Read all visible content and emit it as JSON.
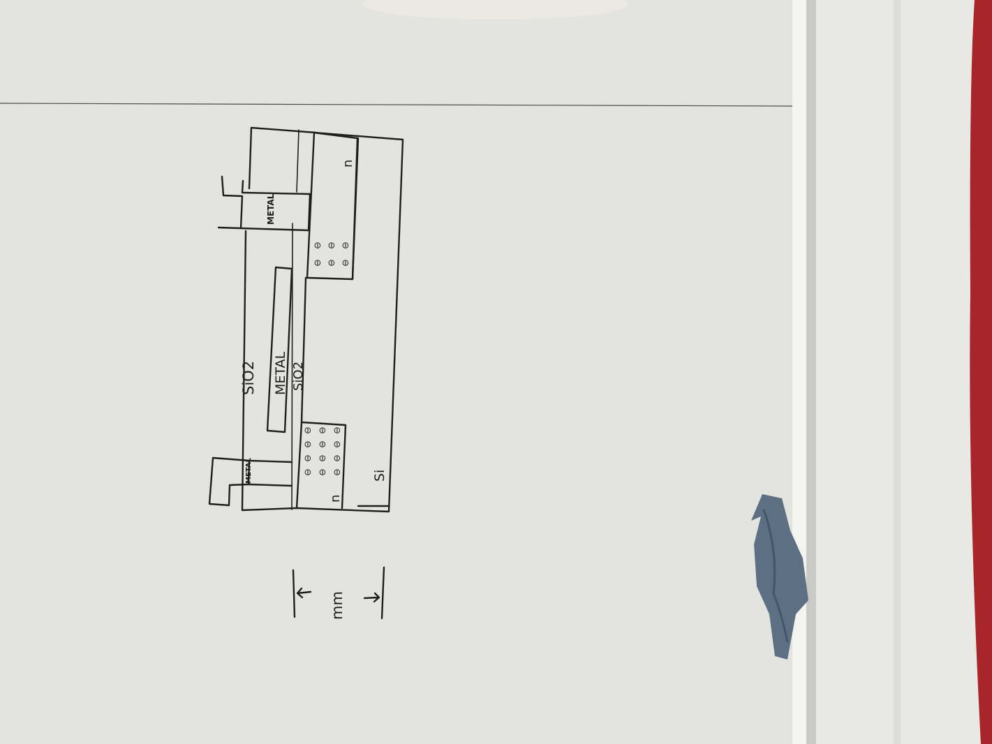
{
  "labels": {
    "sio2_top": "SiO2",
    "metal_gate": "METAL",
    "sio2_gate": "SiO2",
    "metal_left": "METAL",
    "metal_right": "METAL",
    "n_left": "n",
    "n_right": "n",
    "si_substrate": "Si",
    "scale_unit": "mm"
  },
  "charges": {
    "left_region_symbol": "⊖",
    "left_region_count": 12,
    "right_region_symbol": "⊖",
    "right_region_count": 6
  },
  "colors": {
    "board": "#e4e5e1",
    "marker": "#1e1e1e",
    "frame": "#f2f2ef",
    "red_object": "#a8262a",
    "eraser": "#5d6f83"
  }
}
